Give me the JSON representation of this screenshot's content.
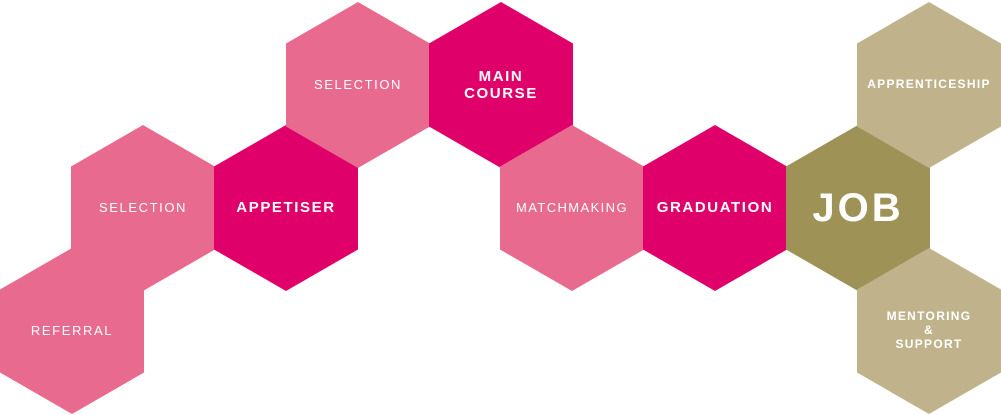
{
  "diagram": {
    "colors": {
      "light_pink": "#e96a8f",
      "deep_pink": "#e0006a",
      "khaki": "#c0b38c",
      "olive": "#9e9257",
      "text": "#ffffff"
    },
    "nodes": {
      "referral": "REFERRAL",
      "selection_lower": "SELECTION",
      "appetiser": "APPETISER",
      "selection_upper": "SELECTION",
      "main_course": "MAIN\nCOURSE",
      "matchmaking": "MATCHMAKING",
      "graduation": "GRADUATION",
      "job": "JOB",
      "apprenticeship": "APPRENTICESHIP",
      "mentoring_support": "MENTORING\n&\nSUPPORT"
    }
  }
}
